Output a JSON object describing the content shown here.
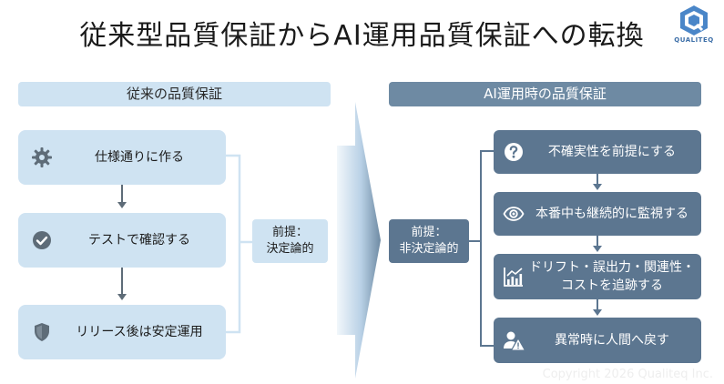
{
  "title": "従来型品質保証からAI運用品質保証への転換",
  "logo": {
    "text": "QUALITEQ",
    "icon": "q-shield-logo"
  },
  "left": {
    "header": "従来の品質保証",
    "steps": [
      {
        "label": "仕様通りに作る",
        "icon": "gear-icon"
      },
      {
        "label": "テストで確認する",
        "icon": "check-circle-icon"
      },
      {
        "label": "リリース後は安定運用",
        "icon": "shield-icon"
      }
    ],
    "premise_label": "前提：",
    "premise_value": "決定論的"
  },
  "right": {
    "header": "AI運用時の品質保証",
    "premise_label": "前提：",
    "premise_value": "非決定論的",
    "steps": [
      {
        "line1": "不確実性を前提にする",
        "line2": "",
        "icon": "question-icon"
      },
      {
        "line1": "本番中も継続的に監視する",
        "line2": "",
        "icon": "eye-monitor-icon"
      },
      {
        "line1": "ドリフト・誤出力・関連性・",
        "line2": "コストを追跡する",
        "icon": "chart-trend-icon"
      },
      {
        "line1": "異常時に人間へ戻す",
        "line2": "",
        "icon": "person-alert-icon"
      }
    ]
  },
  "colors": {
    "light_box": "#cfe3f2",
    "dark_box": "#5c7690",
    "right_header": "#6e8aa3",
    "connector": "#5e6c78"
  },
  "copyright": "Copyright 2026 Qualiteq Inc."
}
